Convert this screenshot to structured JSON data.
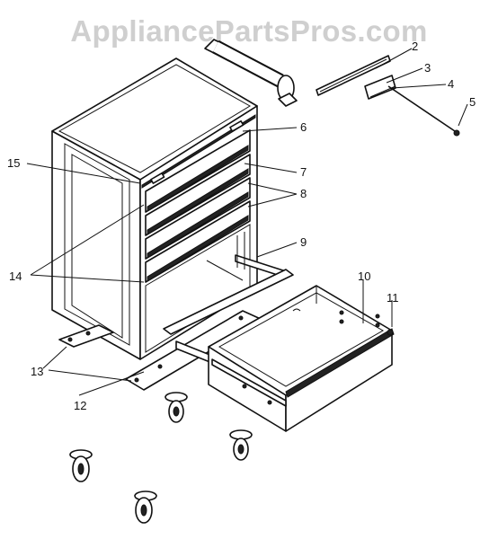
{
  "watermark": "AppliancePartsPros.com",
  "callouts": [
    "2",
    "3",
    "4",
    "5",
    "6",
    "7",
    "8",
    "9",
    "10",
    "11",
    "12",
    "13",
    "14",
    "15"
  ],
  "icons": {
    "cabinet": "tool-cabinet-icon",
    "handle": "side-handle-icon",
    "drawer": "open-drawer-icon",
    "caster": "caster-wheel-icon"
  }
}
